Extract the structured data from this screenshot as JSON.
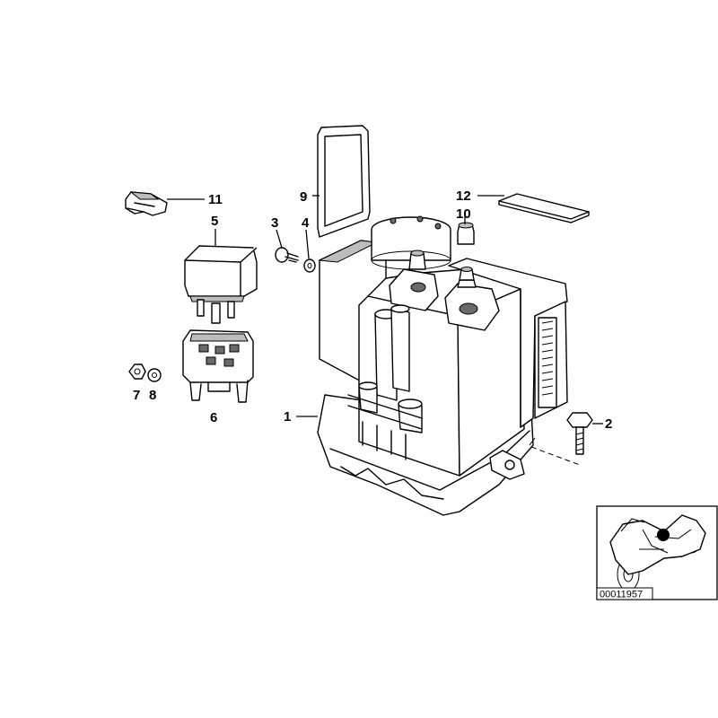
{
  "callouts": {
    "c1": "1",
    "c2": "2",
    "c3": "3",
    "c4": "4",
    "c5": "5",
    "c6": "6",
    "c7": "7",
    "c8": "8",
    "c9": "9",
    "c10": "10",
    "c11": "11",
    "c12": "12"
  },
  "inset": {
    "document_number": "00011957",
    "marker_color": "#000000"
  }
}
